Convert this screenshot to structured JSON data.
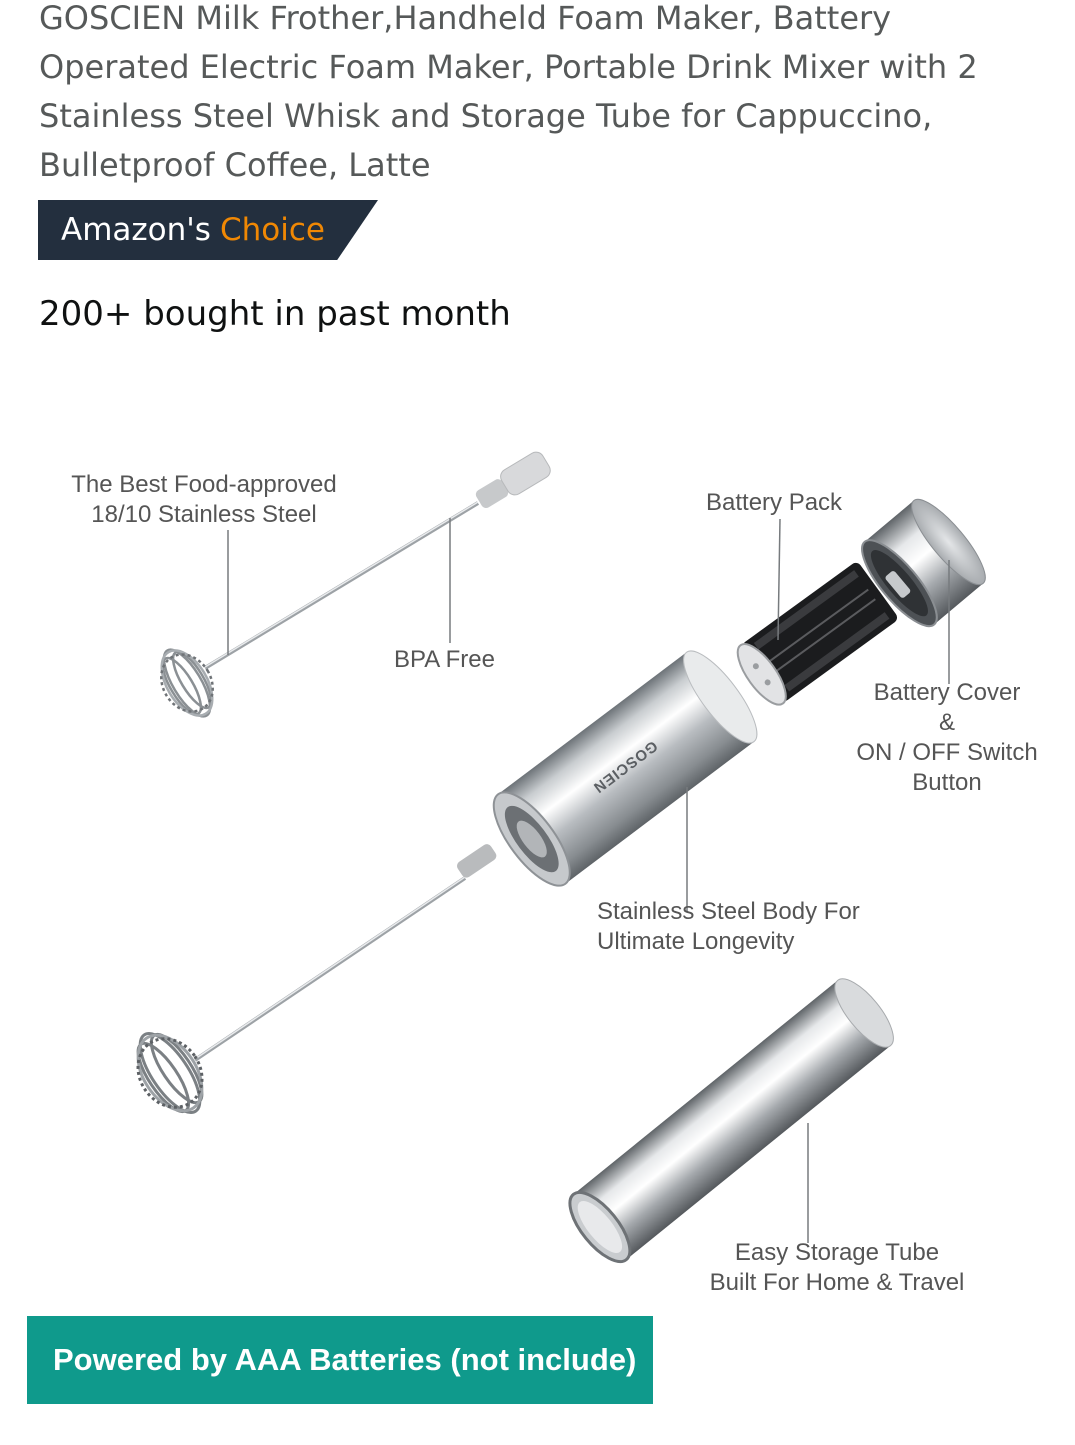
{
  "product": {
    "title": "GOSCIEN Milk Frother,Handheld Foam Maker, Battery Operated Electric Foam Maker, Portable Drink Mixer with 2 Stainless Steel Whisk and Storage Tube for Cappuccino, Bulletproof Coffee, Latte",
    "badge": {
      "prefix": "Amazon's",
      "accent": "Choice"
    },
    "bought_text": "200+ bought in past month"
  },
  "image": {
    "brand_text": "GOSCIEN",
    "labels": {
      "whisk_steel": "The Best Food-approved\n18/10 Stainless Steel",
      "bpa_free": "BPA Free",
      "battery_pack": "Battery Pack",
      "battery_cover": "Battery Cover\n&\nON / OFF Switch\nButton",
      "body": "Stainless Steel Body For\nUltimate Longevity",
      "storage_tube": "Easy Storage Tube\nBuilt For Home & Travel"
    },
    "banner": "Powered by AAA Batteries (not include)"
  },
  "colors": {
    "badge_bg": "#232f3e",
    "badge_accent": "#f08804",
    "banner_bg": "#0f9a8c"
  }
}
